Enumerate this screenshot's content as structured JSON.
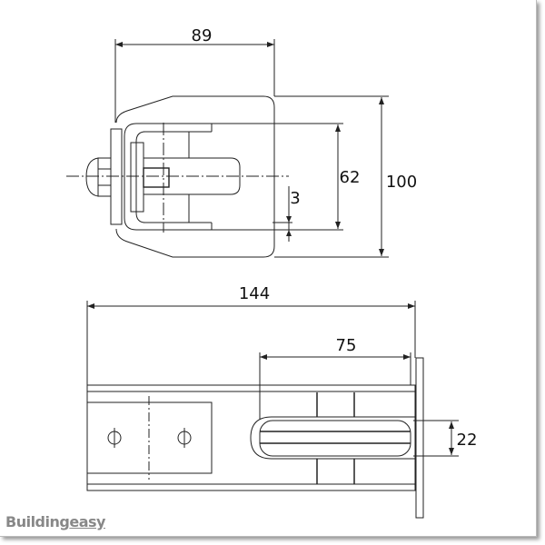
{
  "dimensions": {
    "top_width": "89",
    "top_inner_height": "62",
    "top_height": "100",
    "top_gap": "3",
    "bottom_length": "144",
    "bottom_slot_length": "75",
    "bottom_slot_width": "22"
  },
  "logo": {
    "part1": "Building",
    "part2": "easy"
  },
  "colors": {
    "line": "#222222",
    "logo": "#888888"
  }
}
